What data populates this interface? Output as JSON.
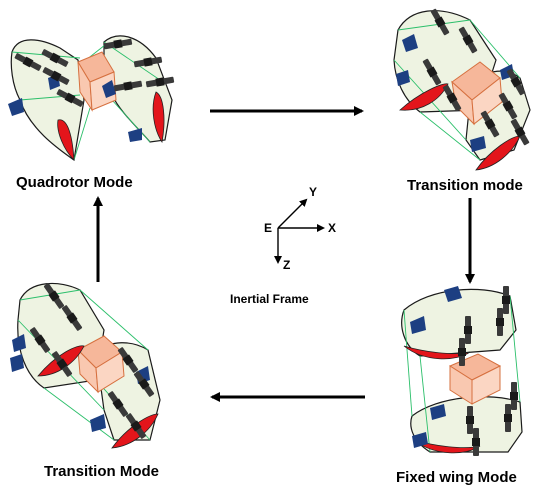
{
  "modes": {
    "top_left": "Quadrotor Mode",
    "top_right": "Transition mode",
    "bottom_left": "Transition Mode",
    "bottom_right": "Fixed wing Mode"
  },
  "frame": {
    "origin": "E",
    "x_label": "X",
    "y_label": "Y",
    "z_label": "Z",
    "title": "Inertial Frame"
  },
  "colors": {
    "wing_fill": "#eef3e2",
    "body_fill": "#f9c8b0",
    "body_stroke": "#d6703f",
    "elevon": "#e3151b",
    "fin": "#1d3f82",
    "rotor": "#3a3a3a",
    "link": "#2bbf6a"
  }
}
